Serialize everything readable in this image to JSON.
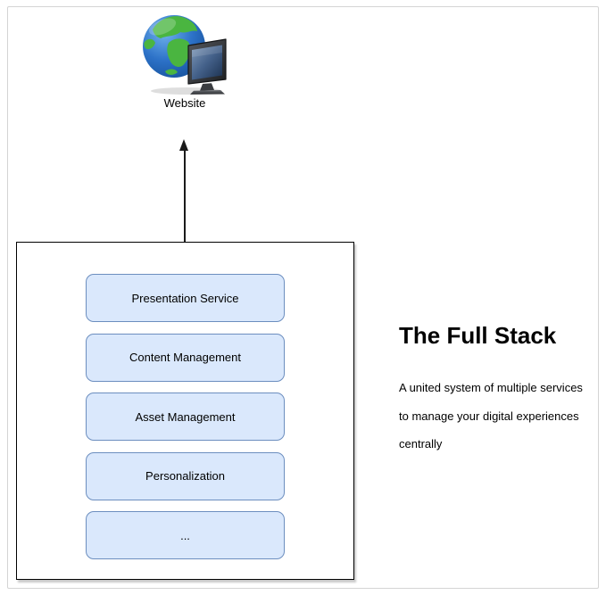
{
  "diagram": {
    "website_node": {
      "icon": "globe-with-monitor-icon",
      "label": "Website"
    },
    "arrow": {
      "from": "stack-box",
      "to": "website-node",
      "direction": "up"
    },
    "stack_box": {
      "services": [
        {
          "label": "Presentation Service"
        },
        {
          "label": "Content Management"
        },
        {
          "label": "Asset Management"
        },
        {
          "label": "Personalization"
        },
        {
          "label": "..."
        }
      ]
    },
    "caption": {
      "title": "The Full Stack",
      "description_lines": [
        "A united system of multiple services",
        "to manage your digital experiences",
        "centrally"
      ]
    },
    "colors": {
      "service_fill": "#dae8fc",
      "service_border": "#6c8ebf",
      "stack_border": "#000000",
      "frame_border": "#d4d4d4",
      "text": "#000000",
      "globe_ocean": "#2d72c8",
      "globe_land": "#4ab540",
      "monitor_bezel": "#2b2d31"
    }
  }
}
